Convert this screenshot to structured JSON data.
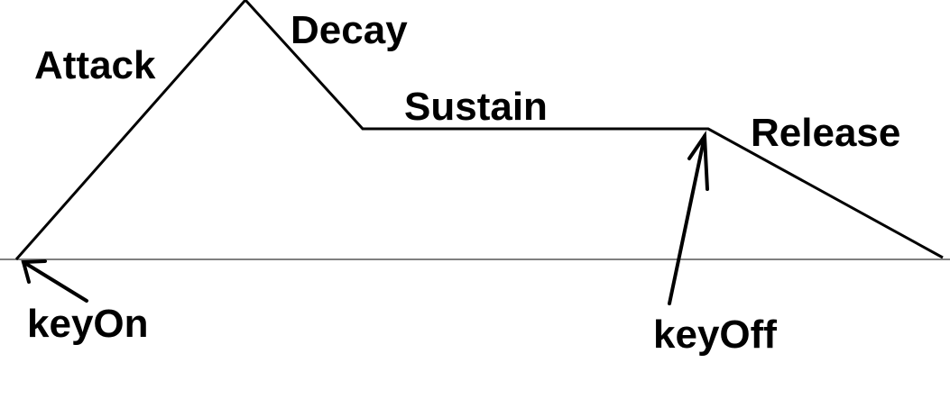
{
  "diagram": {
    "stages": {
      "attack": "Attack",
      "decay": "Decay",
      "sustain": "Sustain",
      "release": "Release"
    },
    "events": {
      "key_on": "keyOn",
      "key_off": "keyOff"
    }
  },
  "colors": {
    "line": "#000000",
    "baseline": "#808080",
    "background": "#ffffff"
  }
}
